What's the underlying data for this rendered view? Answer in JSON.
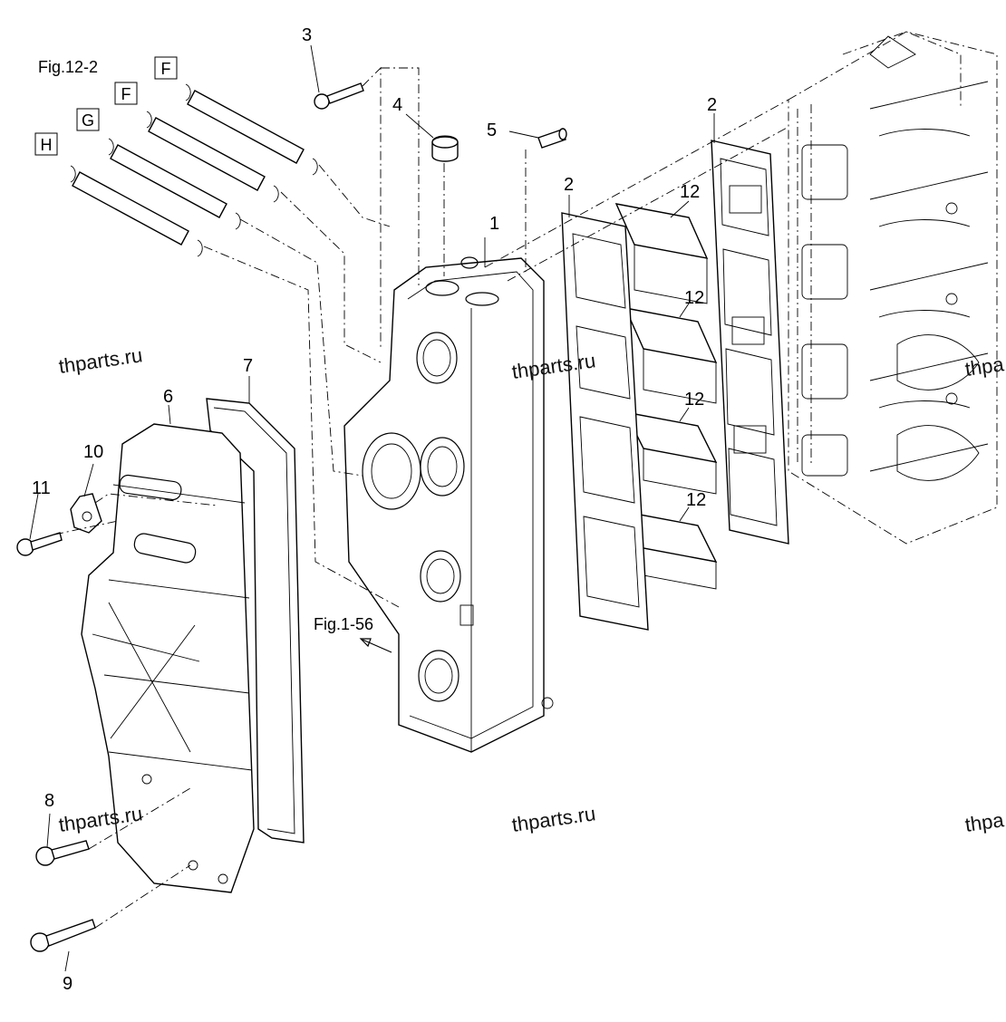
{
  "figure_ref": "Fig.12-2",
  "cross_ref": "Fig.1-56",
  "connector_tags": [
    "F",
    "F",
    "G",
    "H"
  ],
  "watermark": "thparts.ru",
  "watermark_partial": "thpa",
  "callouts": {
    "c1": "1",
    "c2a": "2",
    "c2b": "2",
    "c3": "3",
    "c4": "4",
    "c5": "5",
    "c6": "6",
    "c7": "7",
    "c8": "8",
    "c9": "9",
    "c10": "10",
    "c11": "11",
    "c12a": "12",
    "c12b": "12",
    "c12c": "12",
    "c12d": "12"
  }
}
